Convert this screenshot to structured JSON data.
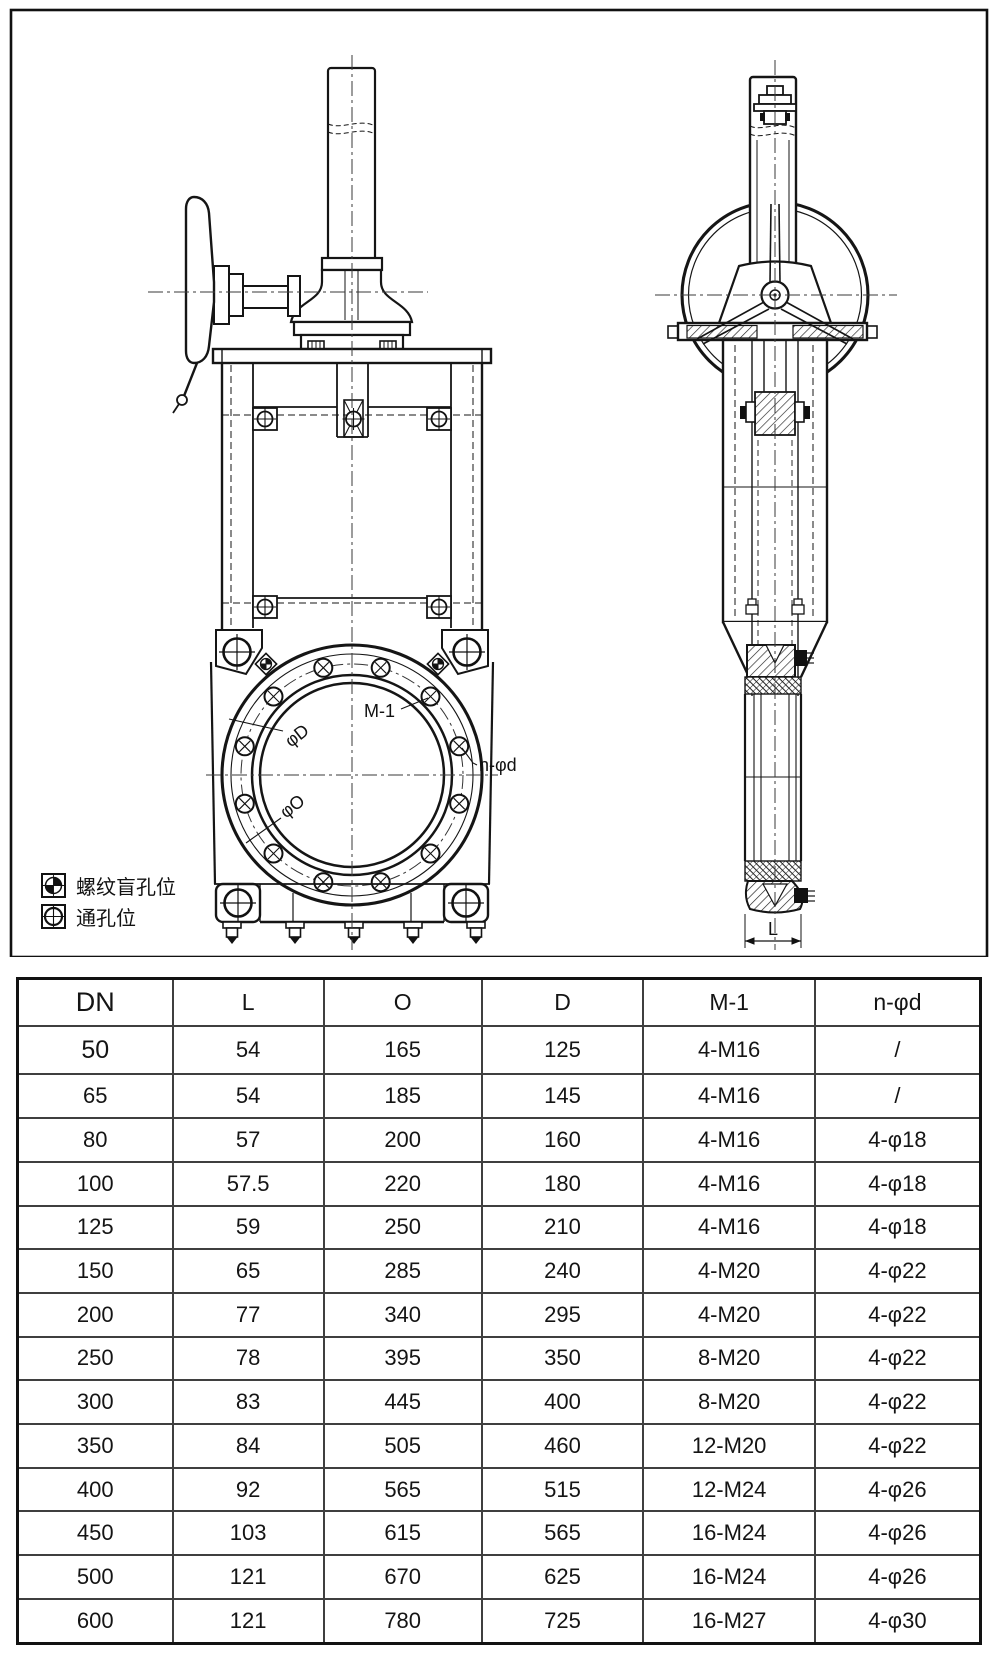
{
  "drawing": {
    "labels": {
      "phi_d": "φD",
      "phi_o": "φO",
      "m1": "M-1",
      "n_phi_d": "n-φd",
      "l_dim": "L"
    },
    "legend": [
      {
        "icon": "threaded-blind-hole-icon",
        "label": "螺纹盲孔位"
      },
      {
        "icon": "through-hole-icon",
        "label": "通孔位"
      }
    ]
  },
  "table": {
    "headers": [
      "DN",
      "L",
      "O",
      "D",
      "M-1",
      "n-φd"
    ],
    "rows": [
      [
        "50",
        "54",
        "165",
        "125",
        "4-M16",
        "/"
      ],
      [
        "65",
        "54",
        "185",
        "145",
        "4-M16",
        "/"
      ],
      [
        "80",
        "57",
        "200",
        "160",
        "4-M16",
        "4-φ18"
      ],
      [
        "100",
        "57.5",
        "220",
        "180",
        "4-M16",
        "4-φ18"
      ],
      [
        "125",
        "59",
        "250",
        "210",
        "4-M16",
        "4-φ18"
      ],
      [
        "150",
        "65",
        "285",
        "240",
        "4-M20",
        "4-φ22"
      ],
      [
        "200",
        "77",
        "340",
        "295",
        "4-M20",
        "4-φ22"
      ],
      [
        "250",
        "78",
        "395",
        "350",
        "8-M20",
        "4-φ22"
      ],
      [
        "300",
        "83",
        "445",
        "400",
        "8-M20",
        "4-φ22"
      ],
      [
        "350",
        "84",
        "505",
        "460",
        "12-M20",
        "4-φ22"
      ],
      [
        "400",
        "92",
        "565",
        "515",
        "12-M24",
        "4-φ26"
      ],
      [
        "450",
        "103",
        "615",
        "565",
        "16-M24",
        "4-φ26"
      ],
      [
        "500",
        "121",
        "670",
        "625",
        "16-M24",
        "4-φ26"
      ],
      [
        "600",
        "121",
        "780",
        "725",
        "16-M27",
        "4-φ30"
      ]
    ]
  },
  "colors": {
    "line": "#1a1a1a",
    "background": "#ffffff"
  }
}
